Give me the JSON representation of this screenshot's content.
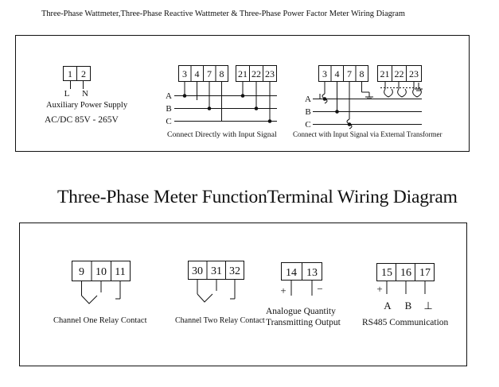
{
  "top_title": "Three-Phase Wattmeter,Three-Phase Reactive Wattmeter & Three-Phase Power Factor Meter Wiring Diagram",
  "aux_power": {
    "terminals": [
      "1",
      "2"
    ],
    "l_label": "L",
    "n_label": "N",
    "title": "Auxiliary Power Supply",
    "spec": "AC/DC  85V - 265V"
  },
  "direct_input": {
    "terminals_voltage": [
      "3",
      "4",
      "7",
      "8"
    ],
    "terminals_current": [
      "21",
      "22",
      "23"
    ],
    "phases": [
      "A",
      "B",
      "C"
    ],
    "caption": "Connect Directly with Input Signal"
  },
  "transformer_input": {
    "terminals_voltage": [
      "3",
      "4",
      "7",
      "8"
    ],
    "terminals_current": [
      "21",
      "22",
      "23"
    ],
    "phases": [
      "A",
      "B",
      "C"
    ],
    "caption": "Connect with Input Signal via External Transformer"
  },
  "section_title": "Three-Phase  Meter FunctionTerminal  Wiring  Diagram",
  "relay_one": {
    "terminals": [
      "9",
      "10",
      "11"
    ],
    "caption": "Channel One Relay Contact"
  },
  "relay_two": {
    "terminals": [
      "30",
      "31",
      "32"
    ],
    "caption": "Channel Two Relay Contact"
  },
  "analogue": {
    "terminals": [
      "14",
      "13"
    ],
    "plus": "+",
    "minus": "−",
    "caption_line1": "Analogue Quantity",
    "caption_line2": "Transmitting Output"
  },
  "rs485": {
    "terminals": [
      "15",
      "16",
      "17"
    ],
    "plus": "+",
    "labels": [
      "A",
      "B",
      "⊥"
    ],
    "caption": "RS485 Communication"
  }
}
